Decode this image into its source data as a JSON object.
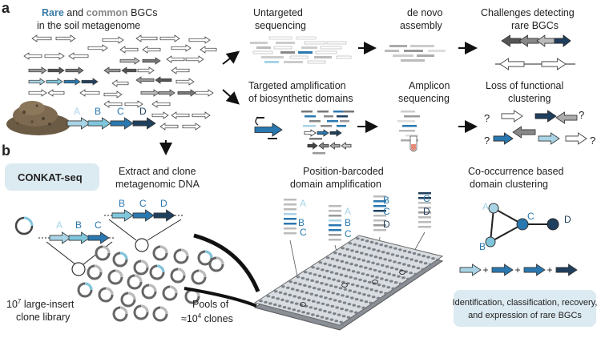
{
  "panels": {
    "a": "a",
    "b": "b"
  },
  "panel_a": {
    "title_rare": "Rare",
    "title_and": " and ",
    "title_common": "common",
    "title_rest": " BGCs",
    "title_line2": "in the soil metagenome",
    "untargeted_line1": "Untargeted",
    "untargeted_line2": "sequencing",
    "denovo_line1": "de novo",
    "denovo_line2": "assembly",
    "challenges_line1": "Challenges detecting",
    "challenges_line2": "rare BGCs",
    "targeted_line1": "Targeted amplification",
    "targeted_line2": "of biosynthetic domains",
    "amplicon_line1": "Amplicon",
    "amplicon_line2": "sequencing",
    "loss_line1": "Loss of functional",
    "loss_line2": "clustering",
    "question_mark": "?",
    "gene_letters": [
      "A",
      "B",
      "C",
      "D"
    ]
  },
  "panel_b": {
    "badge": "CONKAT-seq",
    "extract_line1": "Extract and clone",
    "extract_line2": "metagenomic DNA",
    "library_count_base": "10",
    "library_count_exp": "7",
    "library_line1_rest": " large-insert",
    "library_line2": "clone library",
    "pools_line1": "Pools of",
    "pools_line2_base": "≈10",
    "pools_line2_exp": "4",
    "pools_line2_rest": " clones",
    "barcoded_line1": "Position-barcoded",
    "barcoded_line2": "domain amplification",
    "cooccur_line1": "Co-occurrence based",
    "cooccur_line2": "domain clustering",
    "identify_line1": "Identification, classification, recovery,",
    "identify_line2": "and expression of rare BGCs",
    "gene_letters": [
      "A",
      "B",
      "C",
      "D"
    ],
    "plus": "+"
  },
  "colors": {
    "rare_blue": "#3a7ca5",
    "dark_navy": "#1f3f5e",
    "mid_blue": "#2a78b0",
    "light_blue": "#a8d4e6",
    "teal_light": "#7fc6dc",
    "common_gray": "#888888",
    "badge_bg": "#dceaf1"
  }
}
